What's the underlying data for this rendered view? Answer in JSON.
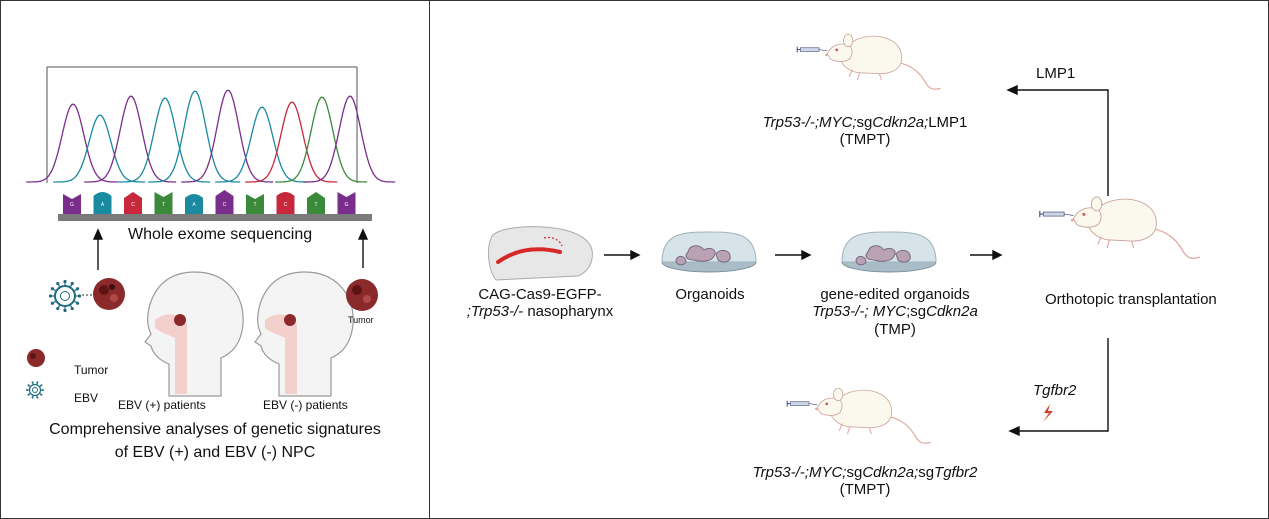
{
  "left_panel": {
    "wes_label": "Whole exome sequencing",
    "bases": [
      "G",
      "A",
      "C",
      "T",
      "A",
      "C",
      "T",
      "C",
      "T",
      "G"
    ],
    "tumor_small_label": "Tumor",
    "legend": {
      "tumor": "Tumor",
      "ebv": "EBV"
    },
    "patients": {
      "positive": "EBV (+) patients",
      "negative": "EBV (-) patients"
    },
    "caption_line1": "Comprehensive analyses of genetic signatures",
    "caption_line2": "of EBV (+) and EBV (-) NPC"
  },
  "right_panel": {
    "source": {
      "line1": "CAG-Cas9-EGFP-",
      "line2_italic": ";Trp53-/-",
      "line2_rest": " nasopharynx"
    },
    "organoids": "Organoids",
    "edited": {
      "title": "gene-edited organoids",
      "geno_i1": "Trp53-/-; MYC",
      "geno_p1": ";sg",
      "geno_i2": "Cdkn2a",
      "code": "(TMP)"
    },
    "transplant": "Orthotopic transplantation",
    "top_branch": {
      "arrow_label": "LMP1",
      "geno_i1": "Trp53-/-;MYC;",
      "geno_p1": "sg",
      "geno_i2": "Cdkn2a;",
      "geno_p2": "LMP1",
      "code": "(TMPT)"
    },
    "bottom_branch": {
      "arrow_label": "Tgfbr2",
      "geno_i1": "Trp53-/-;MYC;",
      "geno_p1": "sg",
      "geno_i2": "Cdkn2a;",
      "geno_p2": "sg",
      "geno_i3": "Tgfbr2",
      "code": "(TMPT)"
    }
  },
  "colors": {
    "purple": "#7a2e8c",
    "teal": "#1a8aa0",
    "red": "#c8283c",
    "green": "#3b8a3b",
    "tumor": "#8a2a2a",
    "virus": "#1f6b80",
    "mouse": "#fbf8ee"
  }
}
